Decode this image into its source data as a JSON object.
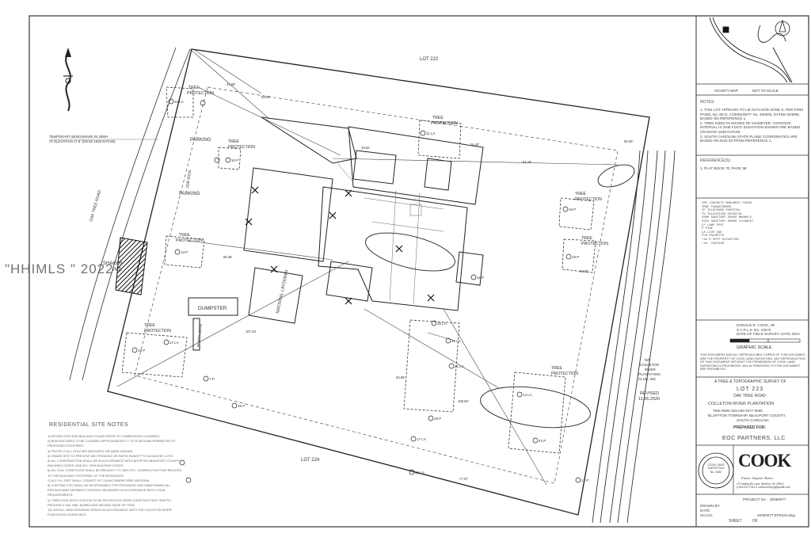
{
  "watermark": "\"HHIMLS \" 2022",
  "lots": {
    "north": "LOT 222",
    "south": "LOT 224",
    "east_parcel": "N/F\nCOLLETON\nRIVER\nPLANTATION\nCLUB, INC."
  },
  "road": "OAK TREE ROAD",
  "site_labels": {
    "parking_1": "PARKING",
    "parking_2": "PARKING",
    "job_sign": "JOB SIGN",
    "dumpster": "DUMPSTER",
    "porta_john": "PORTA-JOHN",
    "material_laydown": "MATERIAL\nLAYDOWN",
    "shaker_pad": "SHAKER\nPAD",
    "tree_protection": "TREE\nPROTECTION"
  },
  "benchmark": "TEMPORARY BENCHMARK IN 30WH\nAT ELEVATION 17.8' (NGVD 1929 DATUM)",
  "revised": "REVISED\n11.05.2020",
  "site_notes": {
    "title": "RESIDENTIAL SITE NOTES",
    "items": [
      "1) REVIEW SITE AND BUILDING PLANS PRIOR TO COMMENCING CLEARING.",
      "2) BUILDING AREA TO BE CLEARED APPROXIMATELY 2' TO 5' AROUND PERIMETER OF PROPOSED FOOTPRINT.",
      "3) PROTECT ALL UTILITIES INDICATED OR MADE KNOWN.",
      "4) GRADE SITE TO PREVENT ANY PONDING OR RAPID RUNOFF TO ADJACENT LOTS.",
      "5) ALL CONSTRUCTION SHALL BE IN ACCORDANCE WITH ADOPTED BEAUFORT COUNTY BUILDING CODES, AND NO. 2018 BUILDING CODES.",
      "6) ALL SOIL CONDITIONS SHALL BE BROUGHT TO 2500 P.S.I. COMPACTION THAT RELATES TO THE BUILDING FOOTPRINT OF THE RESIDENCE.",
      "7) ALL FILL DIRT SHALL CONSIST OF CLEAN DEBRIS FREE MATERIAL.",
      "8) CONTRACTOR SHALL BE RESPONSIBLE FOR PROVIDING AND MAINTAINING ALL EROSION AND SEDIMENT CONTROL MEASURES IN ACCORDANCE WITH LOCAL REQUIREMENTS.",
      "9) TREES AND ROOT SYSTEM TO BE PROTECTED FROM CONSTRUCTION TRAFFIC. PROVIDE 6' DIA. MIN. BARRICADE AROUND BASE OF TREE.",
      "10) INSTALL NEW DRIVEWAY APRON IN ACCORDANCE WITH THE COLLETON RIVER PLANTATION GUIDELINES."
    ]
  },
  "title_block": {
    "vicinity_map": "VICINITY MAP",
    "not_to_scale": "NOT TO SCALE",
    "notes_head": "NOTES:",
    "notes": [
      "1. THIS LOT APPEARS TO LIE IN FLOOD ZONE X, PER FIRM PANEL No. 80-G, COMMUNITY No. 450025, DATED 5/29/86, BASED ON REFERENCE 1.",
      "2. TREE SIZES IN INCHES OF DIAMETER. CONTOUR INTERVAL IS ONE FOOT. ELEVATION SHOWN ARE BASED ON NGVD 1929 DATUM.",
      "3. SOUTH CAROLINA STATE PLANE COORDINATES ARE BASED ON NAD 83 FROM REFERENCE 1."
    ],
    "references_head": "REFERENCE(S):",
    "references": "1. PLAT BOOK 70, PAGE 38",
    "legend": [
      "CMF     CONCRETE MONUMENT FOUND",
      "TRNF    TRANSFORMER",
      "TP      TELEPHONE PEDESTAL",
      "TV      TELEVISION PEDESTAL",
      "SSMH    SANITARY SEWER MANHOLE",
      "SSCO    SANITARY SEWER CLEANOUT",
      "LP      LAMP POST",
      "P       PINE",
      "LA      LIVE OAK",
      "PLM     PALMETTO",
      "+10.0   SPOT ELEVATION",
      "~10~    CONTOUR"
    ],
    "surveyor": "DONALD R. COOK, JR.\nS.C.P.L.S. No. 10070\nDATE OF FIELD SURVEY: DATE 2014",
    "graphic_scale": "GRAPHIC SCALE",
    "copyright": "THIS DOCUMENT AND ALL REPRODUCIBLE COPIES OF THIS DOCUMENT ARE THE PROPERTY OF COOK LAND SURVEYING. ANY REPRODUCTION OF THIS DOCUMENT WITHOUT THE PERMISSION OF COOK LAND SURVEYING IS PROHIBITED. ANY ALTERATIONS TO THIS DOCUMENT ARE PROHIBITED.",
    "survey_title": "A TREE & TOPOGRAPHIC SURVEY OF",
    "lot": "LOT 223",
    "lot_road": "OAK TREE ROAD",
    "plantation": "COLLETON RIVER PLANTATION",
    "tms": "TMS R600 025 000 0077 0000",
    "township": "BLUFFTON TOWNSHIP, BEAUFORT COUNTY,",
    "state": "SOUTH CAROLINA",
    "prepared_for": "PREPARED FOR:",
    "client": "EOC PARTNERS, LLC",
    "company": "COOK",
    "tagline": "Faster. Simpler. Better.",
    "address": "23 Trading Bit Lane, Bluffton, SC 29910\np 843.347.1311  e cooksurveying@gmail.com",
    "seal": "COOK LAND\nSURVEYING\nNo. 3280",
    "project_no_label": "PROJECT No.:",
    "project_no": "20080077",
    "drawn_by": "DRAWN BY:",
    "date_label": "DATE:",
    "scale_label": "SCALE:",
    "sheet_label": "SHEET",
    "sheet_of": "OF",
    "file_name": "20080077 EP0223.dwg"
  },
  "dimensions": [
    "41.58'",
    "59.94'",
    "16.62'",
    "61.18'",
    "50.00'",
    "95.36'",
    "107.34'",
    "63.96'",
    "108.56'",
    "77.37'",
    "24.40'",
    "20.00'"
  ],
  "colors": {
    "line": "#2a2a2a",
    "light_line": "#777777",
    "paper": "#ffffff"
  }
}
